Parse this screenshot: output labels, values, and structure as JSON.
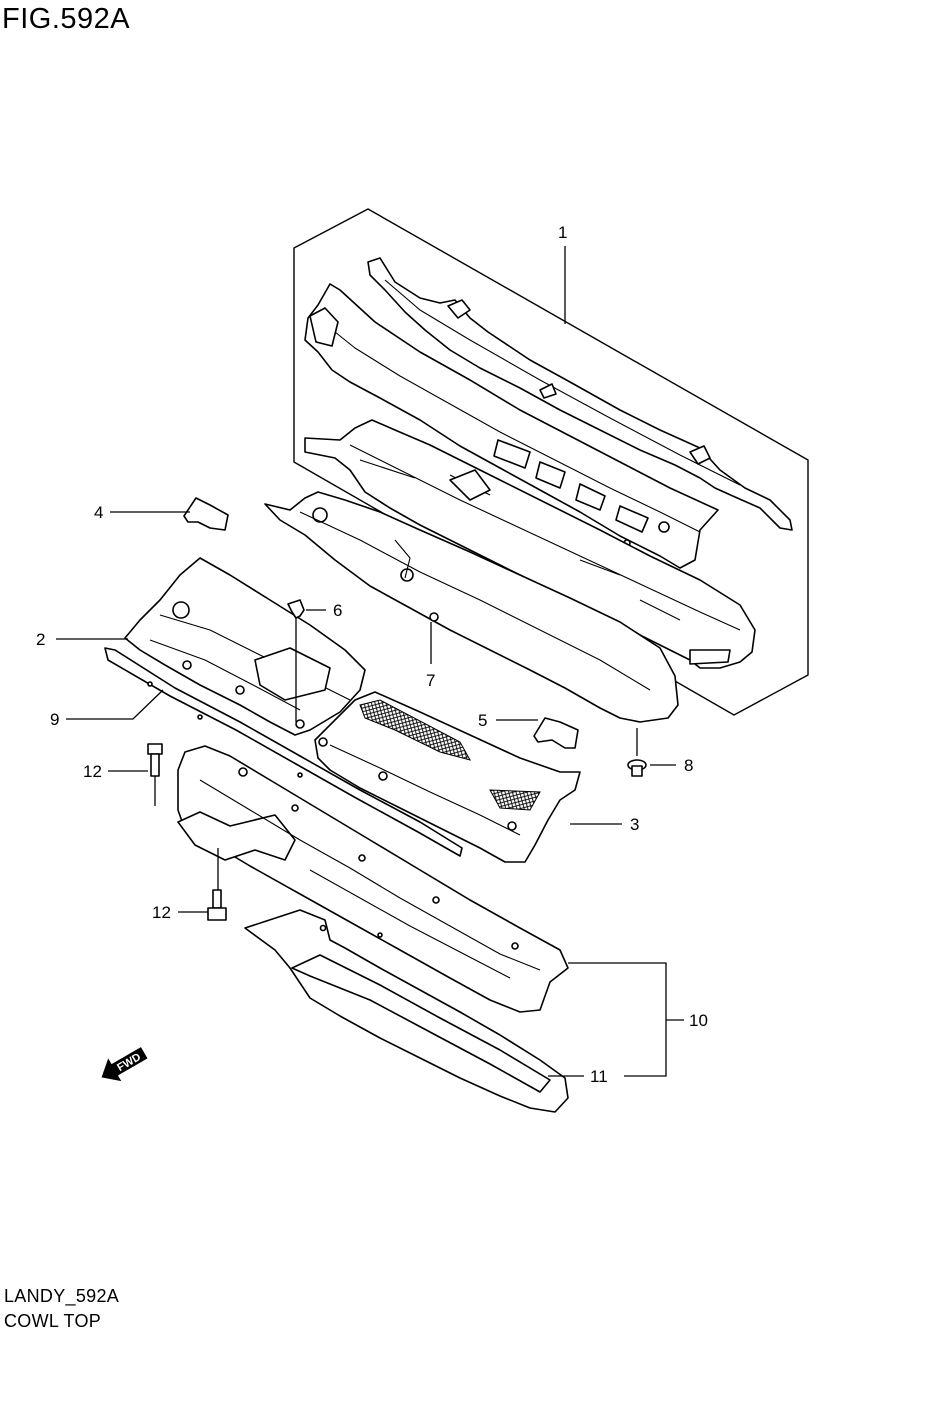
{
  "figure": {
    "title": "FIG.592A",
    "code": "LANDY_592A",
    "name": "COWL TOP"
  },
  "callouts": [
    {
      "id": "c1",
      "label": "1"
    },
    {
      "id": "c2",
      "label": "2"
    },
    {
      "id": "c3",
      "label": "3"
    },
    {
      "id": "c4",
      "label": "4"
    },
    {
      "id": "c5",
      "label": "5"
    },
    {
      "id": "c6",
      "label": "6"
    },
    {
      "id": "c7",
      "label": "7"
    },
    {
      "id": "c8",
      "label": "8"
    },
    {
      "id": "c9",
      "label": "9"
    },
    {
      "id": "c10",
      "label": "10"
    },
    {
      "id": "c11",
      "label": "11"
    },
    {
      "id": "c12a",
      "label": "12"
    },
    {
      "id": "c12b",
      "label": "12"
    }
  ],
  "direction_marker": {
    "label": "FWD",
    "icon": "fwd-arrow-icon"
  }
}
